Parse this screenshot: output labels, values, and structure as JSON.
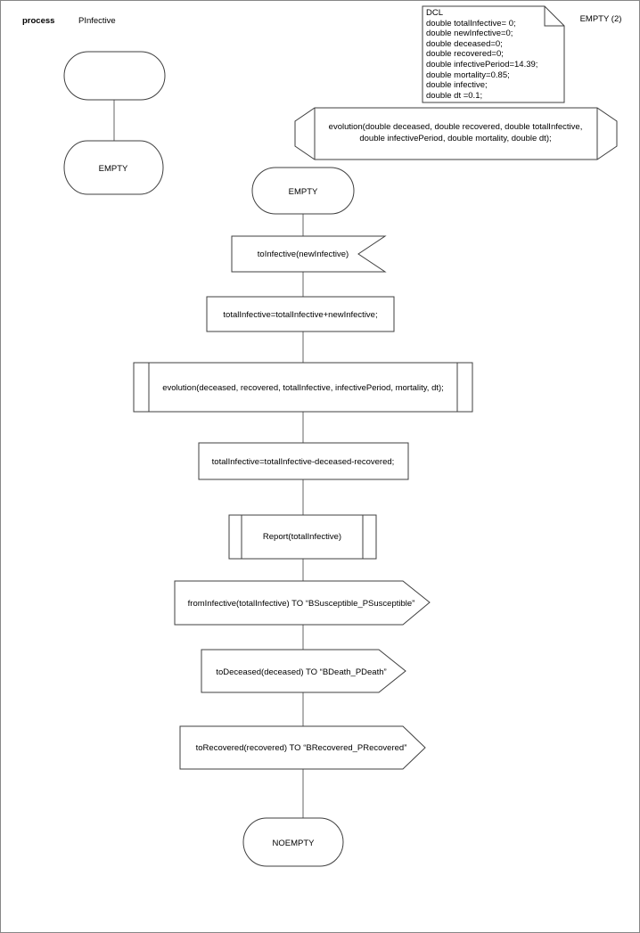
{
  "header": {
    "keyword": "process",
    "name": "PInfective",
    "state_count_label": "EMPTY (2)"
  },
  "declarations": {
    "lines": [
      "DCL",
      "double totalInfective= 0;",
      "double newInfective=0;",
      "double deceased=0;",
      "double recovered=0;",
      "double infectivePeriod=14.39;",
      "double mortality=0.85;",
      "double infective;",
      "double dt =0.1;"
    ]
  },
  "procedure_signature": {
    "line1": "evolution(double deceased, double recovered, double totalInfective,",
    "line2": "double infectivePeriod, double mortality, double dt);"
  },
  "flow": {
    "left_state": "EMPTY",
    "mid_state": "EMPTY",
    "input_signal": "toInfective(newInfective)",
    "task_add": "totalInfective=totalInfective+newInfective;",
    "procedure_call": "evolution(deceased, recovered, totalInfective, infectivePeriod, mortality, dt);",
    "task_subtract": "totalInfective=totalInfective-deceased-recovered;",
    "report_call": "Report(totalInfective)",
    "output_susceptible": "fromInfective(totalInfective) TO “BSusceptible_PSusceptible”",
    "output_death": "toDeceased(deceased) TO “BDeath_PDeath”",
    "output_recovered": "toRecovered(recovered) TO “BRecovered_PRecovered”",
    "end_state": "NOEMPTY"
  },
  "colors": {
    "shape_stroke": "#3f3f3f",
    "connector": "#7f7f7f",
    "page_border": "#878787",
    "background": "#ffffff"
  }
}
